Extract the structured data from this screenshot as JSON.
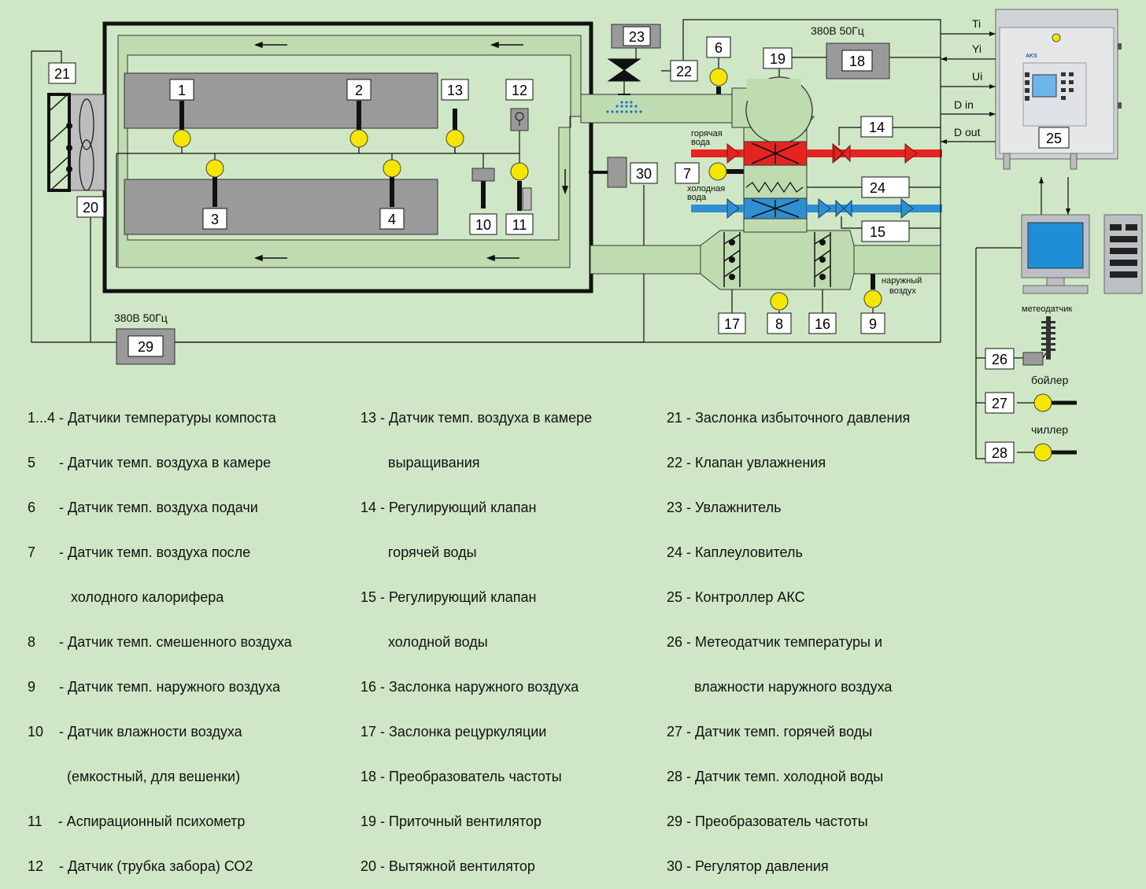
{
  "power_top": "380В 50Гц",
  "power_bottom": "380В 50Гц",
  "hot_water": [
    "горячая",
    "вода"
  ],
  "cold_water": [
    "холодная",
    "вода"
  ],
  "outside_air": [
    "наружный",
    "воздух"
  ],
  "meteo": "метеодатчик",
  "boiler": "бойлер",
  "chiller": "чиллер",
  "signals": [
    "Ti",
    "Yi",
    "Ui",
    "D in",
    "D out"
  ],
  "numbers": {
    "n1": "1",
    "n2": "2",
    "n3": "3",
    "n4": "4",
    "n6": "6",
    "n7": "7",
    "n8": "8",
    "n9": "9",
    "n10": "10",
    "n11": "11",
    "n12": "12",
    "n13": "13",
    "n14": "14",
    "n15": "15",
    "n16": "16",
    "n17": "17",
    "n18": "18",
    "n19": "19",
    "n20": "20",
    "n21": "21",
    "n22": "22",
    "n23": "23",
    "n24": "24",
    "n25": "25",
    "n26": "26",
    "n27": "27",
    "n28": "28",
    "n29": "29",
    "n30": "30"
  },
  "controller_brand": "AKS",
  "legend": {
    "col1": [
      "1...4 - Датчики температуры компоста",
      "5      - Датчик темп. воздуха в камере",
      "6      - Датчик темп. воздуха подачи",
      "7      - Датчик темп. воздуха после",
      "           холодного калорифера",
      "8      - Датчик темп. смешенного воздуха",
      "9      - Датчик темп. наружного воздуха",
      "10    - Датчик влажности воздуха",
      "          (емкостный, для вешенки)",
      "11    - Аспирационный психометр",
      "12    - Датчик (трубка забора) СО2"
    ],
    "col2": [
      "13 - Датчик темп. воздуха в камере",
      "       выращивания",
      "14 - Регулирующий клапан",
      "       горячей воды",
      "15 - Регулирующий клапан",
      "       холодной воды",
      "16 - Заслонка наружного воздуха",
      "17 - Заслонка рецуркуляции",
      "18 - Преобразователь частоты",
      "19 - Приточный вентилятор",
      "20 - Вытяжной вентилятор"
    ],
    "col3": [
      "21 - Заслонка избыточного давления",
      "22 - Клапан увлажнения",
      "23 - Увлажнитель",
      "24 - Каплеуловитель",
      "25 - Контроллер АКС",
      "26 - Метеодатчик температуры и",
      "       влажности наружного воздуха",
      "27 - Датчик темп. горячей воды",
      "28 - Датчик темп. холодной воды",
      "29 - Преобразователь частоты",
      "30 - Регулятор давления"
    ]
  }
}
